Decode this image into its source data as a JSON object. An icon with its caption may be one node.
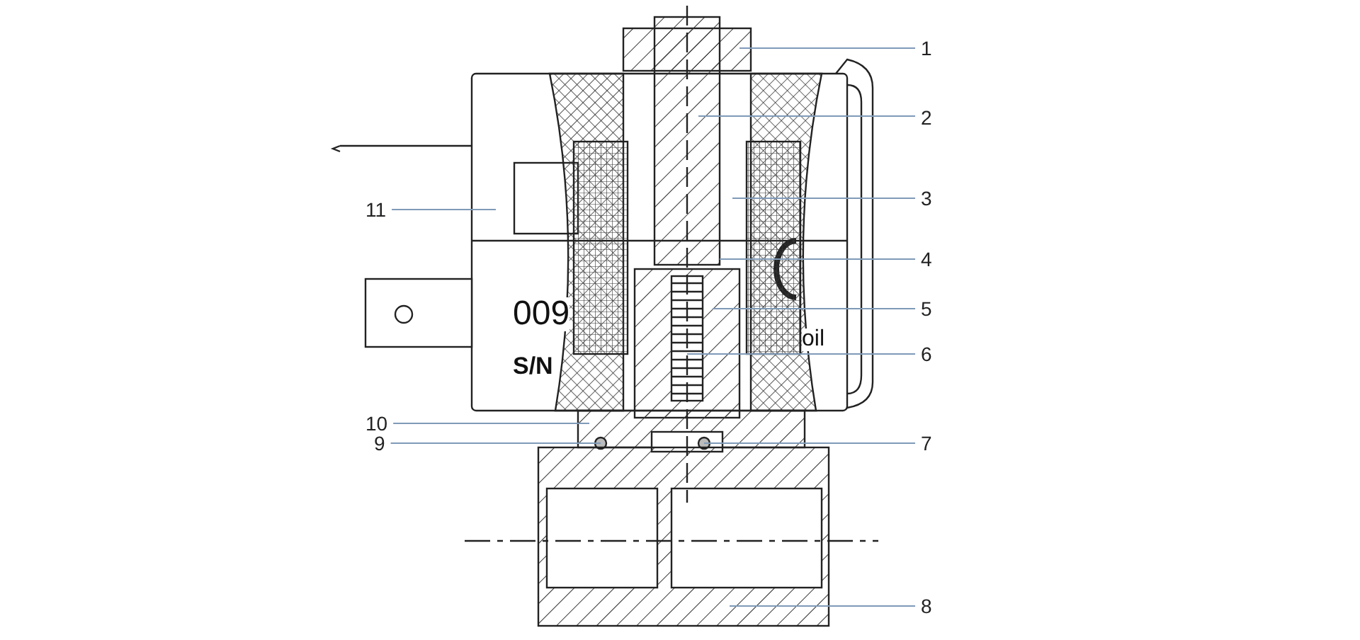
{
  "diagram": {
    "nodes": [
      {
        "text": [
          "1"
        ]
      },
      {
        "text": [
          "2"
        ]
      },
      {
        "text": [
          "3"
        ]
      },
      {
        "text": [
          "4"
        ]
      },
      {
        "text": [
          "5"
        ]
      },
      {
        "text": [
          "6"
        ]
      },
      {
        "text": [
          "7"
        ]
      },
      {
        "text": [
          "8"
        ]
      },
      {
        "text": [
          "9"
        ]
      },
      {
        "text": [
          "10"
        ]
      },
      {
        "text": [
          "11"
        ]
      }
    ],
    "edges": [
      {
        "from": 0,
        "to": null,
        "arrow": "none"
      },
      {
        "from": 1,
        "to": null,
        "arrow": "none"
      },
      {
        "from": 2,
        "to": null,
        "arrow": "none"
      },
      {
        "from": 3,
        "to": null,
        "arrow": "none"
      },
      {
        "from": 4,
        "to": null,
        "arrow": "none"
      },
      {
        "from": 5,
        "to": null,
        "arrow": "none"
      },
      {
        "from": 6,
        "to": null,
        "arrow": "none"
      },
      {
        "from": 7,
        "to": null,
        "arrow": "none"
      },
      {
        "from": 8,
        "to": null,
        "arrow": "none"
      },
      {
        "from": 9,
        "to": null,
        "arrow": "none"
      },
      {
        "from": 10,
        "to": null,
        "arrow": "none"
      }
    ],
    "labels": [
      "009",
      "S/N",
      "oil"
    ]
  }
}
